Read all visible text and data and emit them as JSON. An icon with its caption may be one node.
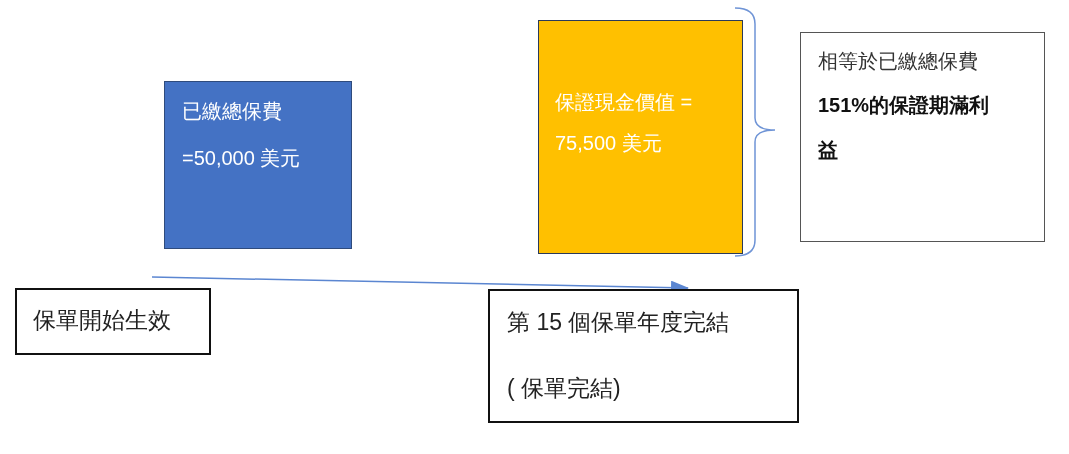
{
  "diagram": {
    "nodes": [
      {
        "text": [
          "已繳總保費",
          "=50,000 美元"
        ]
      },
      {
        "text": [
          "保證現金價值 =",
          "75,500 美元"
        ]
      },
      {
        "text": [
          "相等於已繳總保費",
          "151%的保證期滿利益"
        ]
      },
      {
        "text": [
          "保單開始生效"
        ]
      },
      {
        "text": [
          "第 15 個保單年度完結",
          "( 保單完結)"
        ]
      }
    ],
    "edges": [
      {
        "from": 3,
        "to": 4,
        "arrow": "to"
      }
    ]
  }
}
